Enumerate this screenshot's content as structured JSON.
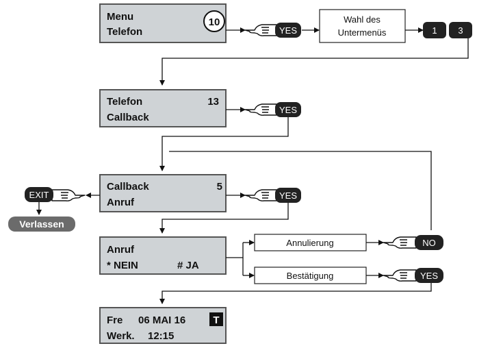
{
  "screens": {
    "menu": {
      "line1": "Menu",
      "line2": "Telefon",
      "badge": "10"
    },
    "telefon": {
      "line1": "Telefon",
      "line2": "Callback",
      "number": "13"
    },
    "callback": {
      "line1": "Callback",
      "line2": "Anruf",
      "number": "5"
    },
    "anruf": {
      "line1": "Anruf",
      "line2a": "* NEIN",
      "line2b": "# JA"
    },
    "status": {
      "day": "Fre",
      "date": "06 MAI 16",
      "flag": "T",
      "mode": "Werk.",
      "time": "12:15"
    }
  },
  "boxes": {
    "wahl_line1": "Wahl des",
    "wahl_line2": "Untermenüs",
    "annulierung": "Annulierung",
    "bestaetigung": "Bestätigung"
  },
  "keys": {
    "yes": "YES",
    "no": "NO",
    "exit": "EXIT",
    "one": "1",
    "three": "3"
  },
  "exit_label": "Verlassen"
}
